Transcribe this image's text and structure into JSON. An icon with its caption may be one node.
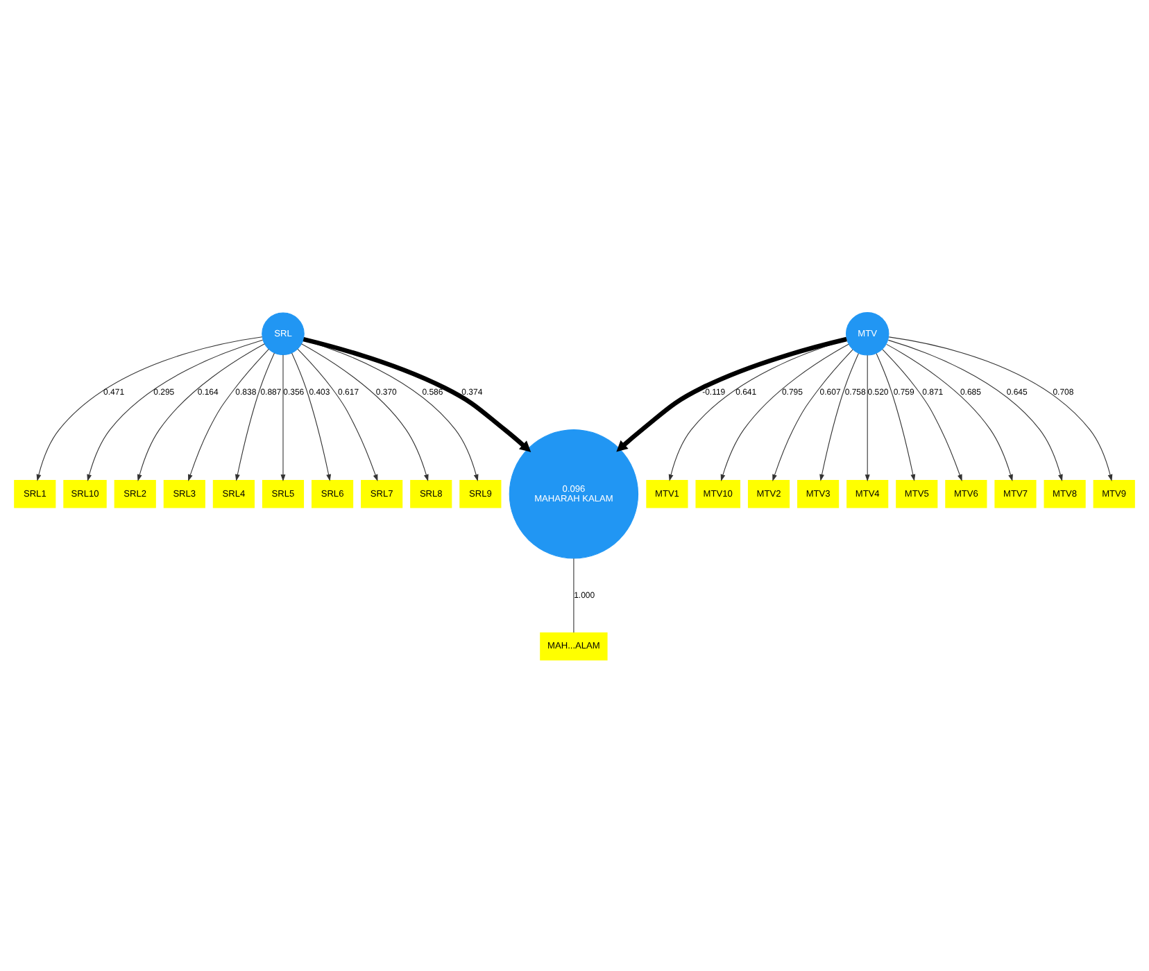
{
  "diagram": {
    "nodes": [
      {
        "text": [
          "SRL"
        ]
      },
      {
        "text": [
          "SRL1"
        ]
      },
      {
        "text": [
          "SRL10"
        ]
      },
      {
        "text": [
          "SRL2"
        ]
      },
      {
        "text": [
          "SRL3"
        ]
      },
      {
        "text": [
          "SRL4"
        ]
      },
      {
        "text": [
          "SRL5"
        ]
      },
      {
        "text": [
          "SRL6"
        ]
      },
      {
        "text": [
          "SRL7"
        ]
      },
      {
        "text": [
          "SRL8"
        ]
      },
      {
        "text": [
          "SRL9"
        ]
      },
      {
        "text": [
          "MTV"
        ]
      },
      {
        "text": [
          "MTV1"
        ]
      },
      {
        "text": [
          "MTV10"
        ]
      },
      {
        "text": [
          "MTV2"
        ]
      },
      {
        "text": [
          "MTV3"
        ]
      },
      {
        "text": [
          "MTV4"
        ]
      },
      {
        "text": [
          "MTV5"
        ]
      },
      {
        "text": [
          "MTV6"
        ]
      },
      {
        "text": [
          "MTV7"
        ]
      },
      {
        "text": [
          "MTV8"
        ]
      },
      {
        "text": [
          "MTV9"
        ]
      },
      {
        "text": [
          "0.096",
          "MAHARAH KALAM"
        ]
      },
      {
        "text": [
          "MAH...ALAM"
        ]
      }
    ],
    "edges": [
      {
        "from": 0,
        "to": 1,
        "arrow": "to",
        "label": "0.471"
      },
      {
        "from": 0,
        "to": 2,
        "arrow": "to",
        "label": "0.295"
      },
      {
        "from": 0,
        "to": 3,
        "arrow": "to",
        "label": "0.164"
      },
      {
        "from": 0,
        "to": 4,
        "arrow": "to",
        "label": "0.838"
      },
      {
        "from": 0,
        "to": 5,
        "arrow": "to",
        "label": "0.887"
      },
      {
        "from": 0,
        "to": 6,
        "arrow": "to",
        "label": "0.356"
      },
      {
        "from": 0,
        "to": 7,
        "arrow": "to",
        "label": "0.403"
      },
      {
        "from": 0,
        "to": 8,
        "arrow": "to",
        "label": "0.617"
      },
      {
        "from": 0,
        "to": 9,
        "arrow": "to",
        "label": "0.370"
      },
      {
        "from": 0,
        "to": 10,
        "arrow": "to",
        "label": "0.586"
      },
      {
        "from": 11,
        "to": 12,
        "arrow": "to",
        "label": "0.641"
      },
      {
        "from": 11,
        "to": 13,
        "arrow": "to",
        "label": "0.795"
      },
      {
        "from": 11,
        "to": 14,
        "arrow": "to",
        "label": "0.607"
      },
      {
        "from": 11,
        "to": 15,
        "arrow": "to",
        "label": "0.758"
      },
      {
        "from": 11,
        "to": 16,
        "arrow": "to",
        "label": "0.520"
      },
      {
        "from": 11,
        "to": 17,
        "arrow": "to",
        "label": "0.759"
      },
      {
        "from": 11,
        "to": 18,
        "arrow": "to",
        "label": "0.871"
      },
      {
        "from": 11,
        "to": 19,
        "arrow": "to",
        "label": "0.685"
      },
      {
        "from": 11,
        "to": 20,
        "arrow": "to",
        "label": "0.645"
      },
      {
        "from": 11,
        "to": 21,
        "arrow": "to",
        "label": "0.708"
      },
      {
        "from": 0,
        "to": 22,
        "arrow": "to",
        "label": "0.374",
        "style": "thick"
      },
      {
        "from": 11,
        "to": 22,
        "arrow": "to",
        "label": "-0.119",
        "style": "thick"
      },
      {
        "from": 22,
        "to": 23,
        "arrow": "none",
        "label": "1.000"
      }
    ]
  }
}
